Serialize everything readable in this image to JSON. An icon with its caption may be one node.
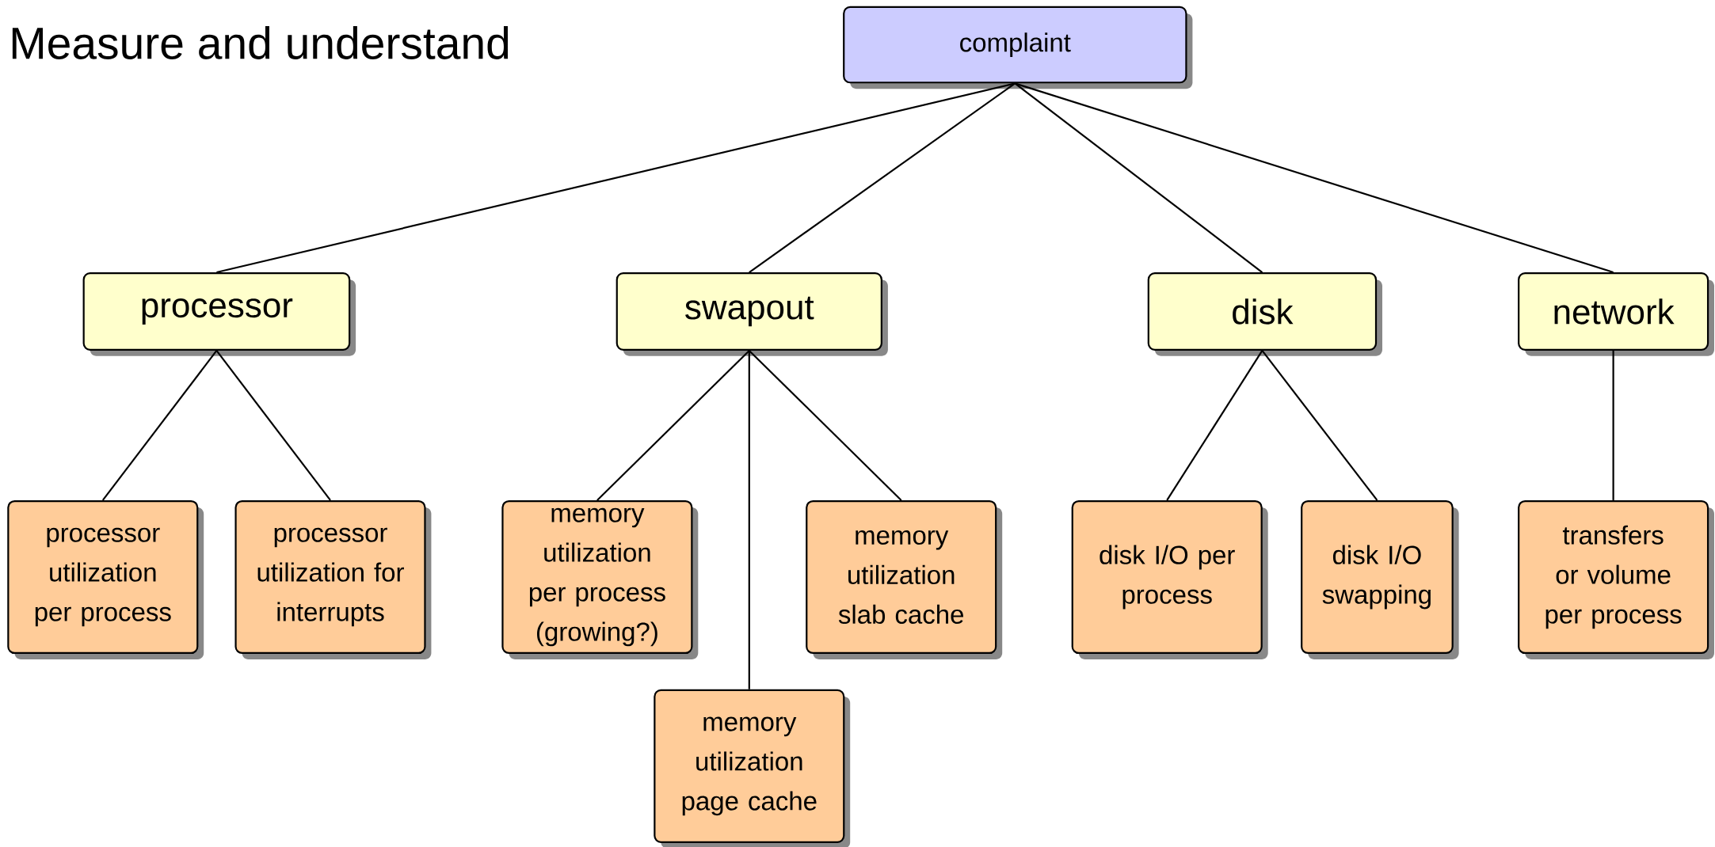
{
  "diagram": {
    "title": "Measure and understand",
    "nodes": [
      {
        "text": [
          "complaint"
        ]
      },
      {
        "text": [
          "processor"
        ]
      },
      {
        "text": [
          "swapout"
        ]
      },
      {
        "text": [
          "disk"
        ]
      },
      {
        "text": [
          "network"
        ]
      },
      {
        "text": [
          "processor utilization per process"
        ]
      },
      {
        "text": [
          "processor utilization for interrupts"
        ]
      },
      {
        "text": [
          "memory utilization per process (growing?)"
        ]
      },
      {
        "text": [
          "memory utilization slab cache"
        ]
      },
      {
        "text": [
          "disk I/O per process"
        ]
      },
      {
        "text": [
          "disk I/O swapping"
        ]
      },
      {
        "text": [
          "transfers or volume per process"
        ]
      },
      {
        "text": [
          "memory utilization page cache"
        ]
      }
    ],
    "edges": [
      {
        "from": 0,
        "to": 1,
        "arrow": "none"
      },
      {
        "from": 0,
        "to": 2,
        "arrow": "none"
      },
      {
        "from": 0,
        "to": 3,
        "arrow": "none"
      },
      {
        "from": 0,
        "to": 4,
        "arrow": "none"
      },
      {
        "from": 1,
        "to": 5,
        "arrow": "none"
      },
      {
        "from": 1,
        "to": 6,
        "arrow": "none"
      },
      {
        "from": 2,
        "to": 7,
        "arrow": "none"
      },
      {
        "from": 2,
        "to": 12,
        "arrow": "none"
      },
      {
        "from": 2,
        "to": 8,
        "arrow": "none"
      },
      {
        "from": 3,
        "to": 9,
        "arrow": "none"
      },
      {
        "from": 3,
        "to": 10,
        "arrow": "none"
      },
      {
        "from": 4,
        "to": 11,
        "arrow": "none"
      }
    ]
  }
}
